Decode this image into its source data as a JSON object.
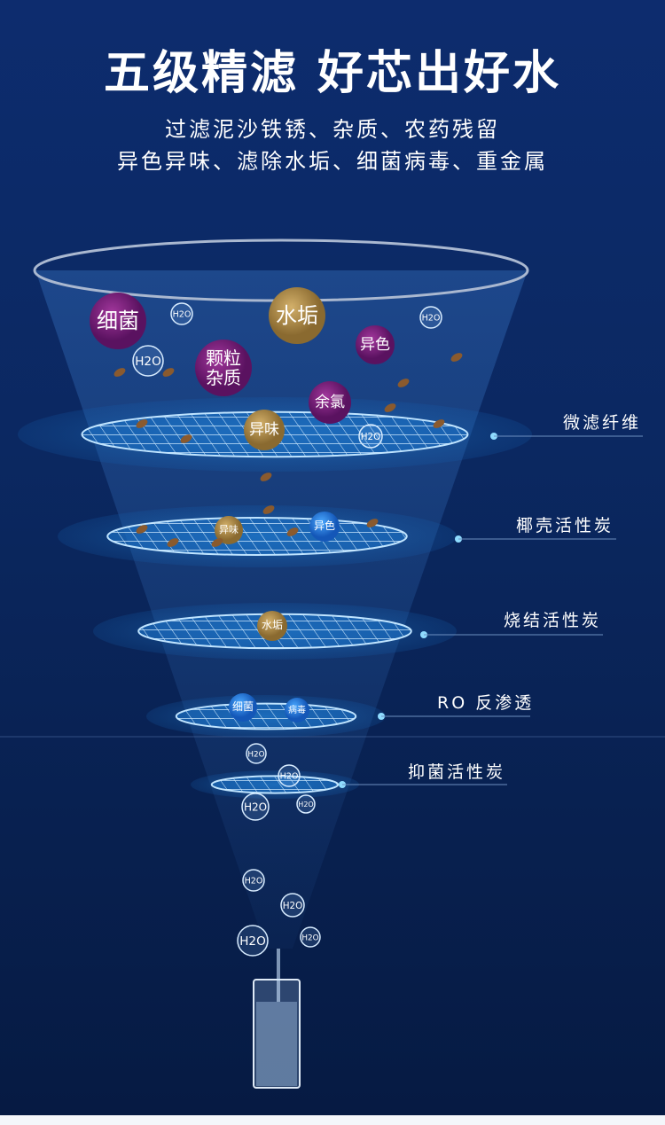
{
  "header": {
    "title": "五级精滤 好芯出好水",
    "subtitle_line1": "过滤泥沙铁锈、杂质、农药残留",
    "subtitle_line2": "异色异味、滤除水垢、细菌病毒、重金属"
  },
  "layers": [
    {
      "label": "微滤纤维"
    },
    {
      "label": "椰壳活性炭"
    },
    {
      "label": "烧结活性炭"
    },
    {
      "label": "RO 反渗透"
    },
    {
      "label": "抑菌活性炭"
    }
  ],
  "contaminants": [
    "细菌",
    "水垢",
    "颗粒杂质",
    "异色",
    "余氯",
    "异味",
    "异味",
    "异色",
    "水垢",
    "细菌",
    "病毒"
  ],
  "molecule_label": "H2O",
  "colors": {
    "purple": "#7a1e78",
    "gold": "#a9894a",
    "blue": "#1f7ed8",
    "accent": "#7fd3ff"
  }
}
